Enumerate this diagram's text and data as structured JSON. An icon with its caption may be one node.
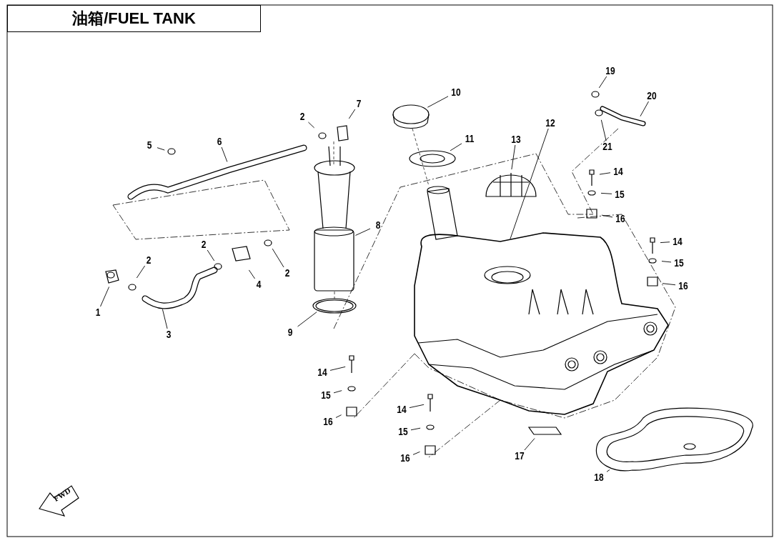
{
  "diagram": {
    "title": "油箱/FUEL TANK",
    "nodes": [
      {
        "text": [
          "1"
        ]
      },
      {
        "text": [
          "2"
        ]
      },
      {
        "text": [
          "3"
        ]
      },
      {
        "text": [
          "2"
        ]
      },
      {
        "text": [
          "4"
        ]
      },
      {
        "text": [
          "2"
        ]
      },
      {
        "text": [
          "5"
        ]
      },
      {
        "text": [
          "6"
        ]
      },
      {
        "text": [
          "2"
        ]
      },
      {
        "text": [
          "7"
        ]
      },
      {
        "text": [
          "8"
        ]
      },
      {
        "text": [
          "9"
        ]
      },
      {
        "text": [
          "10"
        ]
      },
      {
        "text": [
          "11"
        ]
      },
      {
        "text": [
          "12"
        ]
      },
      {
        "text": [
          "13"
        ]
      },
      {
        "text": [
          "19"
        ]
      },
      {
        "text": [
          "20"
        ]
      },
      {
        "text": [
          "21"
        ]
      },
      {
        "text": [
          "14"
        ]
      },
      {
        "text": [
          "15"
        ]
      },
      {
        "text": [
          "16"
        ]
      },
      {
        "text": [
          "14"
        ]
      },
      {
        "text": [
          "15"
        ]
      },
      {
        "text": [
          "16"
        ]
      },
      {
        "text": [
          "14"
        ]
      },
      {
        "text": [
          "15"
        ]
      },
      {
        "text": [
          "16"
        ]
      },
      {
        "text": [
          "14"
        ]
      },
      {
        "text": [
          "15"
        ]
      },
      {
        "text": [
          "16"
        ]
      },
      {
        "text": [
          "17"
        ]
      },
      {
        "text": [
          "18"
        ]
      }
    ],
    "edges": [
      {
        "from": 0,
        "to": null,
        "arrow": "none"
      },
      {
        "from": 1,
        "to": null,
        "arrow": "none"
      },
      {
        "from": 2,
        "to": null,
        "arrow": "none"
      },
      {
        "from": 3,
        "to": null,
        "arrow": "none"
      },
      {
        "from": 4,
        "to": null,
        "arrow": "none"
      },
      {
        "from": 5,
        "to": null,
        "arrow": "none"
      },
      {
        "from": 6,
        "to": null,
        "arrow": "none"
      },
      {
        "from": 7,
        "to": null,
        "arrow": "none"
      },
      {
        "from": 8,
        "to": null,
        "arrow": "none"
      },
      {
        "from": 9,
        "to": null,
        "arrow": "none"
      },
      {
        "from": 10,
        "to": null,
        "arrow": "none"
      },
      {
        "from": 11,
        "to": null,
        "arrow": "none"
      },
      {
        "from": 12,
        "to": null,
        "arrow": "none"
      },
      {
        "from": 13,
        "to": null,
        "arrow": "none"
      },
      {
        "from": 14,
        "to": null,
        "arrow": "none"
      },
      {
        "from": 15,
        "to": null,
        "arrow": "none"
      },
      {
        "from": 16,
        "to": null,
        "arrow": "none"
      },
      {
        "from": 17,
        "to": null,
        "arrow": "none"
      },
      {
        "from": 18,
        "to": null,
        "arrow": "none"
      },
      {
        "from": 19,
        "to": null,
        "arrow": "none"
      },
      {
        "from": 20,
        "to": null,
        "arrow": "none"
      },
      {
        "from": 21,
        "to": null,
        "arrow": "none"
      },
      {
        "from": 22,
        "to": null,
        "arrow": "none"
      },
      {
        "from": 23,
        "to": null,
        "arrow": "none"
      },
      {
        "from": 24,
        "to": null,
        "arrow": "none"
      },
      {
        "from": 25,
        "to": null,
        "arrow": "none"
      },
      {
        "from": 26,
        "to": null,
        "arrow": "none"
      },
      {
        "from": 27,
        "to": null,
        "arrow": "none"
      },
      {
        "from": 28,
        "to": null,
        "arrow": "none"
      },
      {
        "from": 29,
        "to": null,
        "arrow": "none"
      },
      {
        "from": 30,
        "to": null,
        "arrow": "none"
      },
      {
        "from": 31,
        "to": null,
        "arrow": "none"
      },
      {
        "from": 32,
        "to": null,
        "arrow": "none"
      }
    ],
    "labels": [
      "FWD"
    ]
  }
}
